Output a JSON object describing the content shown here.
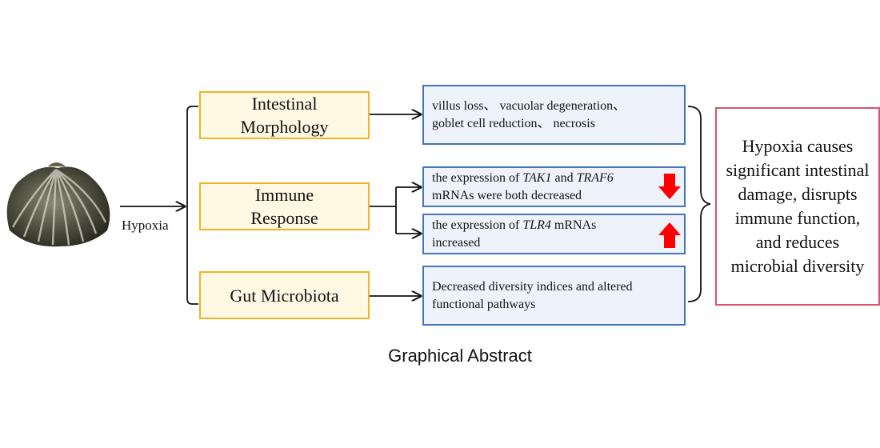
{
  "input_label": "Hypoxia",
  "categories": [
    {
      "line1": "Intestinal",
      "line2": "Morphology"
    },
    {
      "line1": "Immune",
      "line2": "Response"
    },
    {
      "line1": "Gut Microbiota",
      "line2": ""
    }
  ],
  "results": {
    "morphology": "villus loss、 vacuolar degeneration、\ngoblet cell reduction、 necrosis",
    "immune_down": {
      "prefix": "the expression of ",
      "gene1": "TAK1",
      "mid": " and ",
      "gene2": "TRAF6",
      "suffix": "\nmRNAs were both decreased",
      "indicator": "down-arrow"
    },
    "immune_up": {
      "prefix": "the expression of ",
      "gene": "TLR4",
      "suffix": " mRNAs\nincreased",
      "indicator": "up-arrow"
    },
    "microbiota": "Decreased diversity indices and altered\nfunctional pathways"
  },
  "conclusion": "Hypoxia causes significant intestinal damage, disrupts immune function, and reduces microbial diversity",
  "caption": "Graphical Abstract",
  "colors": {
    "category_border": "#f0b323",
    "category_fill": "#fff9e3",
    "result_border": "#4472c4",
    "result_fill": "#eef3fb",
    "conclusion_border": "#d8546a",
    "indicator": "#ff0000"
  },
  "image": "cockle-shell"
}
